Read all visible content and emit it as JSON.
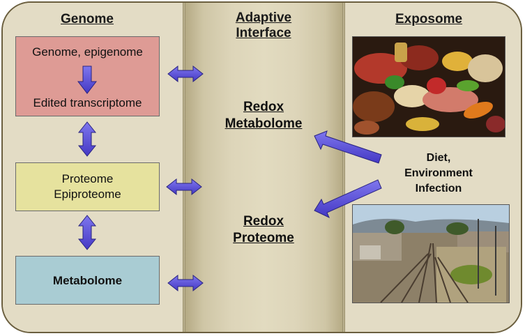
{
  "columns": {
    "left_title": "Genome",
    "middle_title": "Adaptive Interface",
    "right_title": "Exposome"
  },
  "boxes": {
    "genome_top": "Genome, epigenome",
    "genome_bottom": "Edited transcriptome",
    "proteome_line1": "Proteome",
    "proteome_line2": "Epiproteome",
    "metabolome": "Metabolome"
  },
  "middle": {
    "redox_metabolome_line1": "Redox",
    "redox_metabolome_line2": "Metabolome",
    "redox_proteome_line1": "Redox",
    "redox_proteome_line2": "Proteome"
  },
  "exposome": {
    "diet_line1": "Diet,",
    "diet_line2": "Environment",
    "diet_line3": "Infection"
  },
  "colors": {
    "arrow": "#5a4fd6",
    "arrow_outline": "#2a2480",
    "genome_box": "#de9b95",
    "proteome_box": "#e6e29e",
    "metabolome_box": "#a9ccd3"
  }
}
